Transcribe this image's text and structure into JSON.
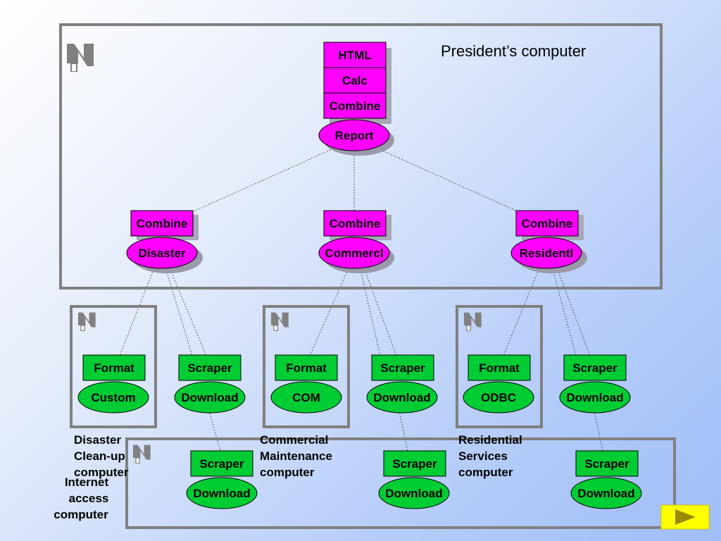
{
  "president": {
    "title": "President’s computer",
    "stack": [
      "HTML",
      "Calc",
      "Combine"
    ],
    "report": "Report"
  },
  "mid": [
    {
      "combine": "Combine",
      "node": "Disaster"
    },
    {
      "combine": "Combine",
      "node": "Commercl"
    },
    {
      "combine": "Combine",
      "node": "Residentl"
    }
  ],
  "groups": [
    {
      "format": "Format",
      "source": "Custom",
      "scraper": "Scraper",
      "download": "Download",
      "caption": [
        "Disaster",
        "Clean-up",
        "computer"
      ]
    },
    {
      "format": "Format",
      "source": "COM",
      "scraper": "Scraper",
      "download": "Download",
      "caption": [
        "Commercial",
        "Maintenance",
        "computer"
      ]
    },
    {
      "format": "Format",
      "source": "ODBC",
      "scraper": "Scraper",
      "download": "Download",
      "caption": [
        "Residential",
        "Services",
        "computer"
      ]
    }
  ],
  "internet": {
    "caption": [
      "Internet",
      "access",
      "computer"
    ],
    "nodes": [
      {
        "scraper": "Scraper",
        "download": "Download"
      },
      {
        "scraper": "Scraper",
        "download": "Download"
      },
      {
        "scraper": "Scraper",
        "download": "Download"
      }
    ]
  },
  "colors": {
    "magenta": "#ff00ff",
    "green": "#00cc33",
    "frame": "#808080",
    "next_button": "#ffff00"
  },
  "icons": {
    "computer": "computer-logo-icon",
    "next": "play-arrow-icon"
  }
}
